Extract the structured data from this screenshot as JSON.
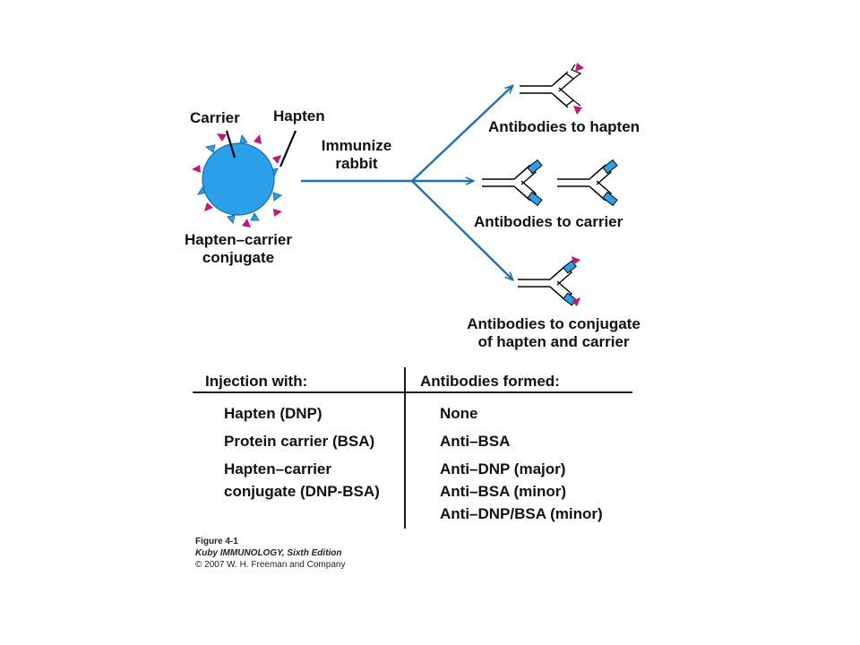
{
  "labels": {
    "carrier": "Carrier",
    "hapten": "Hapten",
    "immunize_line1": "Immunize",
    "immunize_line2": "rabbit",
    "conjugate_line1": "Hapten–carrier",
    "conjugate_line2": "conjugate",
    "antibodies_hapten": "Antibodies to hapten",
    "antibodies_carrier": "Antibodies to carrier",
    "antibodies_conjugate_line1": "Antibodies to conjugate",
    "antibodies_conjugate_line2": "of hapten and carrier"
  },
  "colors": {
    "carrier_blue": "#2b9fe8",
    "hapten_magenta": "#c2187a",
    "arrow_blue": "#1f6fb5"
  },
  "table": {
    "header_injection": "Injection with:",
    "header_antibodies": "Antibodies formed:",
    "rows": [
      {
        "injection": [
          "Hapten (DNP)"
        ],
        "antibodies": [
          "None"
        ]
      },
      {
        "injection": [
          "Protein carrier (BSA)"
        ],
        "antibodies": [
          "Anti–BSA"
        ]
      },
      {
        "injection": [
          "Hapten–carrier",
          "conjugate (DNP-BSA)"
        ],
        "antibodies": [
          "Anti–DNP (major)",
          "Anti–BSA (minor)",
          "Anti–DNP/BSA (minor)"
        ]
      }
    ]
  },
  "caption": {
    "figure": "Figure 4-1",
    "book": "Kuby IMMUNOLOGY, Sixth Edition",
    "copyright": "© 2007 W. H. Freeman and Company"
  }
}
